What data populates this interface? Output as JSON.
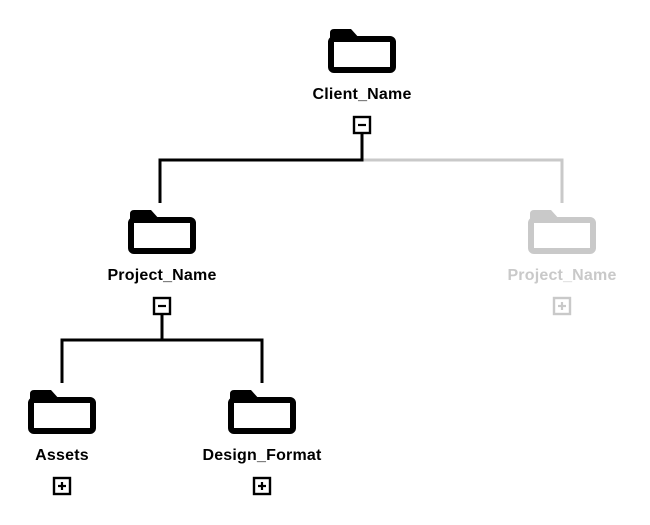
{
  "diagram": {
    "root": {
      "label": "Client_Name",
      "toggle": "minus"
    },
    "level2": [
      {
        "label": "Project_Name",
        "toggle": "minus",
        "state": "active"
      },
      {
        "label": "Project_Name",
        "toggle": "plus",
        "state": "inactive"
      }
    ],
    "level3": [
      {
        "label": "Assets",
        "toggle": "plus"
      },
      {
        "label": "Design_Format",
        "toggle": "plus"
      }
    ]
  },
  "colors": {
    "active": "#000000",
    "inactive": "#c9c9c9",
    "background": "#ffffff"
  }
}
